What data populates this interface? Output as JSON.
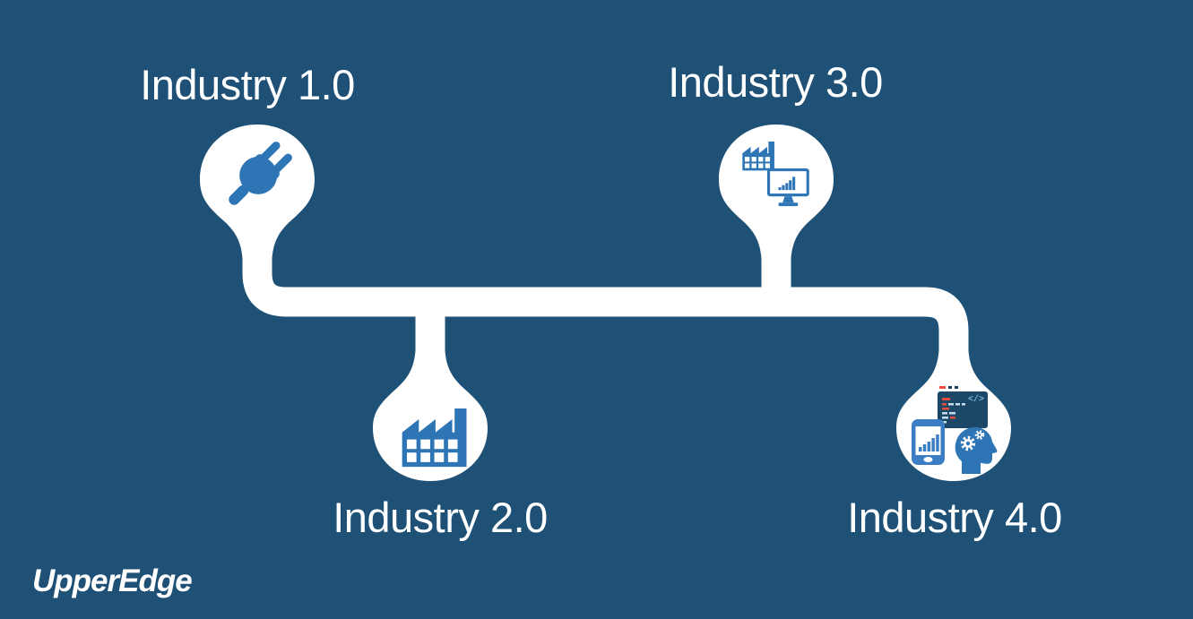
{
  "meta": {
    "background_color": "#1F5076",
    "accent_color": "#2E75B6",
    "timeline_color": "#FFFFFF",
    "text_color": "#FFFFFF",
    "code_red": "#E74C3C"
  },
  "logo": {
    "text": "UpperEdge"
  },
  "diagram": {
    "nodes": [
      {
        "id": "industry-1-0",
        "label": "Industry 1.0",
        "position": "top",
        "icons": [
          "power-plug-icon"
        ]
      },
      {
        "id": "industry-2-0",
        "label": "Industry 2.0",
        "position": "bottom",
        "icons": [
          "factory-icon"
        ]
      },
      {
        "id": "industry-3-0",
        "label": "Industry 3.0",
        "position": "top",
        "icons": [
          "factory-icon",
          "monitor-bar-chart-icon"
        ]
      },
      {
        "id": "industry-4-0",
        "label": "Industry 4.0",
        "position": "bottom",
        "icons": [
          "code-window-icon",
          "smartphone-bar-chart-icon",
          "head-gears-icon"
        ]
      }
    ],
    "code_window_glyph": "</>"
  }
}
